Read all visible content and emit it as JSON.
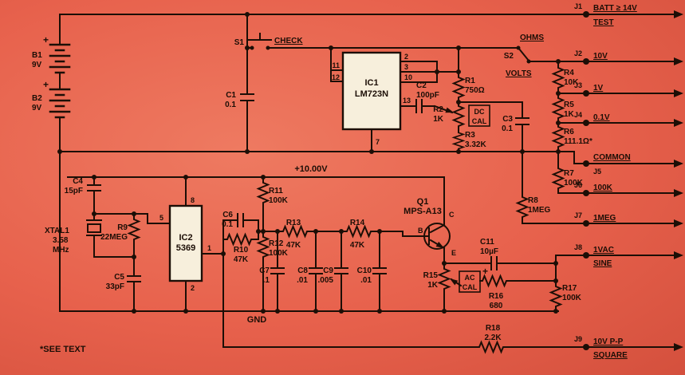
{
  "colors": {
    "bg": "#e7614c",
    "ink": "#1c0e06",
    "ic_fill": "#f7efdc"
  },
  "note": "*SEE TEXT",
  "rails": {
    "v10": "+10.00V",
    "gnd": "GND"
  },
  "jacks": [
    {
      "id": "J1",
      "l1": "BATT ≥ 14V",
      "l2": "TEST"
    },
    {
      "id": "J2",
      "l1": "10V",
      "l2": ""
    },
    {
      "id": "J3",
      "l1": "1V",
      "l2": ""
    },
    {
      "id": "J4",
      "l1": "0.1V",
      "l2": ""
    },
    {
      "id": "J5",
      "l1": "COMMON",
      "l2": ""
    },
    {
      "id": "J6",
      "l1": "100K",
      "l2": ""
    },
    {
      "id": "J7",
      "l1": "1MEG",
      "l2": ""
    },
    {
      "id": "J8",
      "l1": "1VAC",
      "l2": "SINE"
    },
    {
      "id": "J9",
      "l1": "10V P-P",
      "l2": "SQUARE"
    }
  ],
  "batteries": {
    "B1": {
      "ref": "B1",
      "value": "9V",
      "plus": "+"
    },
    "B2": {
      "ref": "B2",
      "value": "9V",
      "plus": "+"
    }
  },
  "switches": {
    "S1": {
      "ref": "S1",
      "label": "CHECK"
    },
    "S2": {
      "ref": "S2",
      "pos_a": "OHMS",
      "pos_b": "VOLTS"
    }
  },
  "ics": {
    "IC1": {
      "ref": "IC1",
      "part": "LM723N",
      "pins": {
        "p11": "11",
        "p12": "12",
        "p2": "2",
        "p3": "3",
        "p10": "10",
        "p13": "13",
        "p7": "7"
      }
    },
    "IC2": {
      "ref": "IC2",
      "part": "5369",
      "pins": {
        "p8": "8",
        "p5": "5",
        "p1": "1",
        "p2": "2"
      }
    }
  },
  "transistor": {
    "ref": "Q1",
    "part": "MPS-A13",
    "b": "B",
    "c": "C",
    "e": "E"
  },
  "crystal": {
    "ref": "XTAL1",
    "v1": "3.58",
    "v2": "MHz"
  },
  "resistors": {
    "R1": {
      "ref": "R1",
      "value": "750Ω"
    },
    "R2": {
      "ref": "R2",
      "value": "1K"
    },
    "R3": {
      "ref": "R3",
      "value": "3.32K"
    },
    "R4": {
      "ref": "R4",
      "value": "10K"
    },
    "R5": {
      "ref": "R5",
      "value": "1K"
    },
    "R6": {
      "ref": "R6",
      "value": "111.1Ω*"
    },
    "R7": {
      "ref": "R7",
      "value": "100K"
    },
    "R8": {
      "ref": "R8",
      "value": "1MEG"
    },
    "R9": {
      "ref": "R9",
      "value": "22MEG"
    },
    "R10": {
      "ref": "R10",
      "value": "47K"
    },
    "R11": {
      "ref": "R11",
      "value": "100K"
    },
    "R12": {
      "ref": "R12",
      "value": "100K"
    },
    "R13": {
      "ref": "R13",
      "value": "47K"
    },
    "R14": {
      "ref": "R14",
      "value": "47K"
    },
    "R15": {
      "ref": "R15",
      "value": "1K"
    },
    "R16": {
      "ref": "R16",
      "value": "680"
    },
    "R17": {
      "ref": "R17",
      "value": "100K"
    },
    "R18": {
      "ref": "R18",
      "value": "2.2K"
    }
  },
  "capacitors": {
    "C1": {
      "ref": "C1",
      "value": "0.1"
    },
    "C2": {
      "ref": "C2",
      "value": "100pF"
    },
    "C3": {
      "ref": "C3",
      "value": "0.1"
    },
    "C4": {
      "ref": "C4",
      "value": "15pF"
    },
    "C5": {
      "ref": "C5",
      "value": "33pF"
    },
    "C6": {
      "ref": "C6",
      "value": "0.1"
    },
    "C7": {
      "ref": "C7",
      "value": ".1"
    },
    "C8": {
      "ref": "C8",
      "value": ".01"
    },
    "C9": {
      "ref": "C9",
      "value": ".005"
    },
    "C10": {
      "ref": "C10",
      "value": ".01"
    },
    "C11": {
      "ref": "C11",
      "value": "10µF",
      "polarity": "+"
    }
  },
  "cal": {
    "dc1": "DC",
    "dc2": "CAL",
    "ac1": "AC",
    "ac2": "CAL"
  }
}
